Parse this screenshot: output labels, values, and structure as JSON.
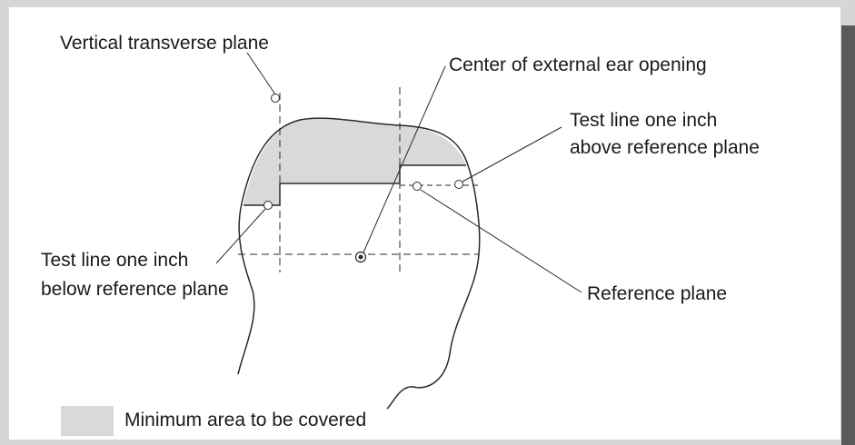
{
  "labels": {
    "vertical_transverse_plane": "Vertical transverse plane",
    "center_ear_opening": "Center of external ear opening",
    "test_line_above_1": "Test line one inch",
    "test_line_above_2": "above reference plane",
    "test_line_below_1": "Test line one inch",
    "test_line_below_2": "below reference plane",
    "reference_plane": "Reference plane"
  },
  "legend": {
    "label": "Minimum area to be covered",
    "swatch_color": "#d9d9d9"
  },
  "colors": {
    "background": "#d6d6d6",
    "panel": "#ffffff",
    "shaded_area": "#d9d9d9",
    "line": "#2a2a2a",
    "right_bar": "#5a5a5a"
  }
}
